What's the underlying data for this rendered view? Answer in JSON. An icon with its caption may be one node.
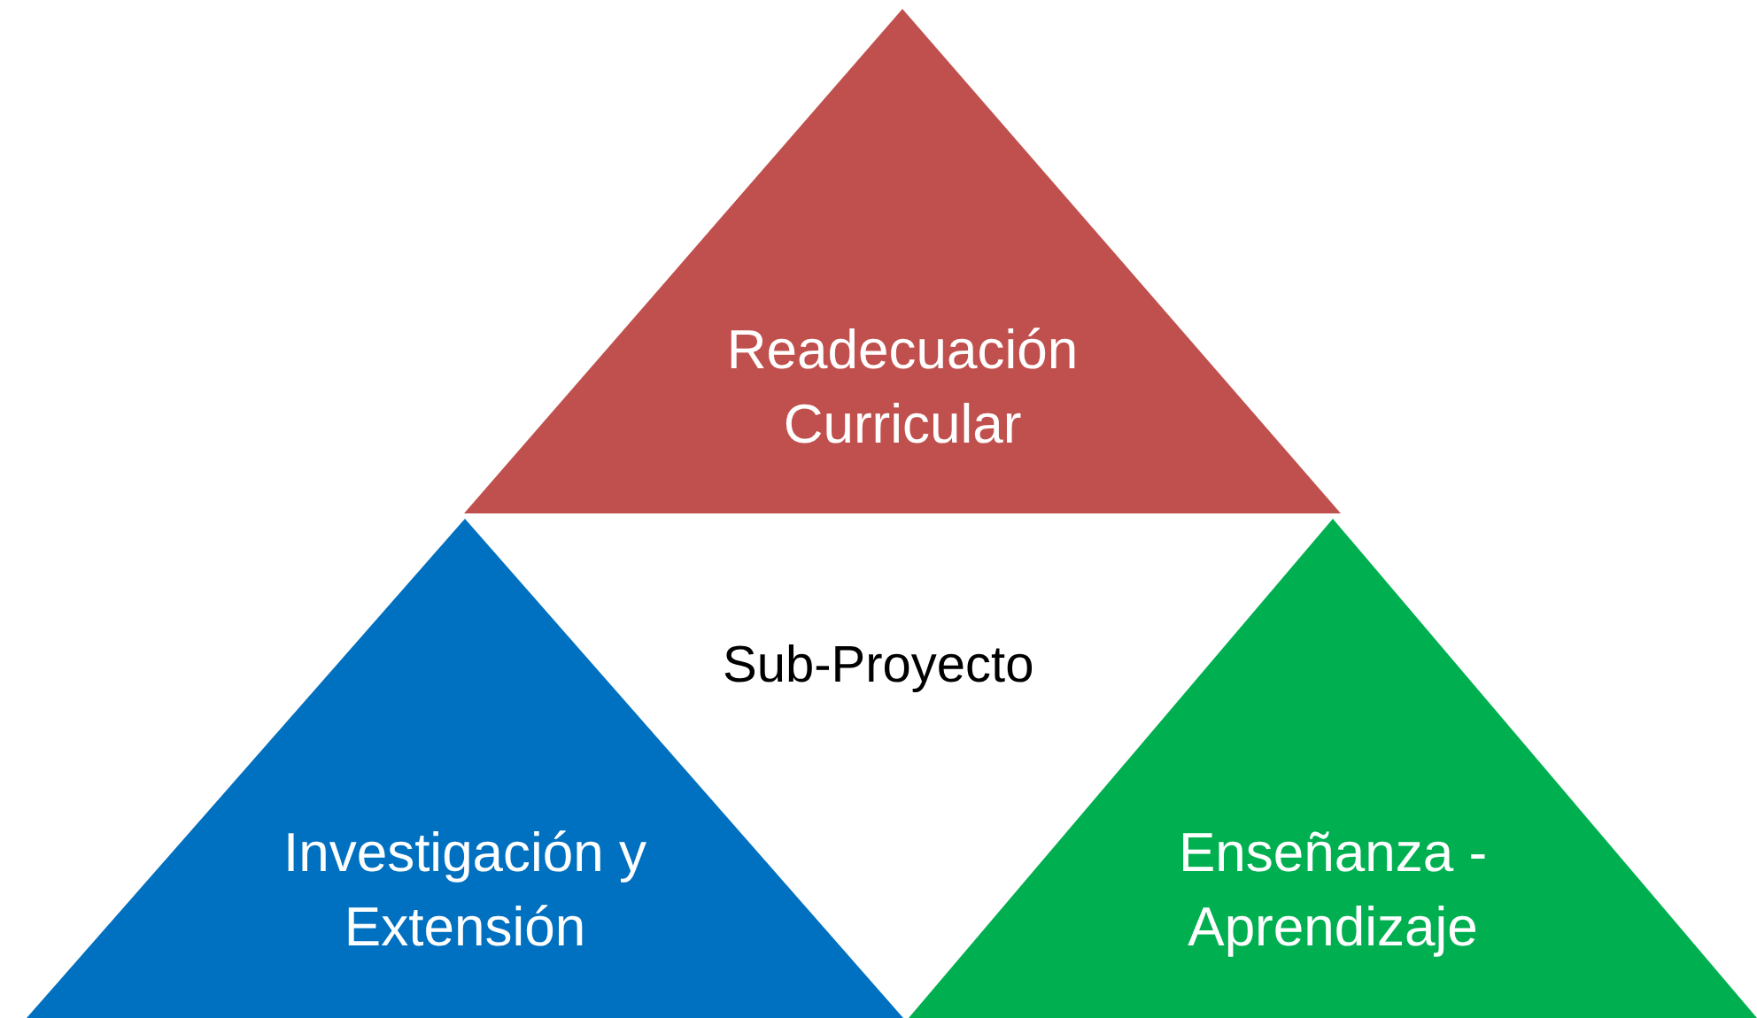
{
  "diagram": {
    "nodes": [
      {
        "text": [
          "Readecuación Curricular"
        ]
      },
      {
        "text": [
          "Investigación y Extensión"
        ]
      },
      {
        "text": [
          "Enseñanza - Aprendizaje"
        ]
      }
    ],
    "labels": [
      "Sub-Proyecto"
    ]
  }
}
